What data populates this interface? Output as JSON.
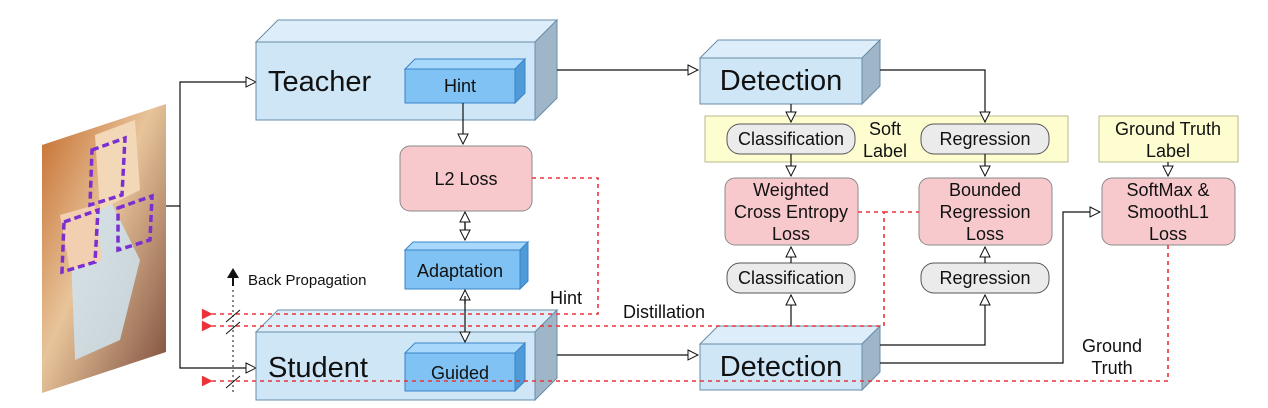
{
  "photo": {
    "description_icon": "photo-of-children-with-face-boxes"
  },
  "teacher": {
    "label": "Teacher",
    "hint_label": "Hint"
  },
  "student": {
    "label": "Student",
    "guided_label": "Guided"
  },
  "l2_loss": "L2 Loss",
  "adaptation": "Adaptation",
  "teacher_detection": "Detection",
  "student_detection": "Detection",
  "soft_label": {
    "classification": "Classification",
    "regression": "Regression",
    "label_line1": "Soft",
    "label_line2": "Label"
  },
  "ground_truth_label": {
    "line1": "Ground Truth",
    "line2": "Label"
  },
  "weighted_ce_loss": {
    "line1": "Weighted",
    "line2": "Cross Entropy",
    "line3": "Loss"
  },
  "bounded_regression_loss": {
    "line1": "Bounded",
    "line2": "Regression",
    "line3": "Loss"
  },
  "softmax_loss": {
    "line1": "SoftMax &",
    "line2": "SmoothL1",
    "line3": "Loss"
  },
  "student_classification": "Classification",
  "student_regression": "Regression",
  "back_propagation": "Back Propagation",
  "hint_edge": "Hint",
  "distillation_edge": "Distillation",
  "ground_truth_edge": {
    "line1": "Ground",
    "line2": "Truth"
  },
  "colors": {
    "box_blue": "#cfe6f6",
    "box_blue_dark": "#7fc2f3",
    "loss_pink": "#f8c9cc",
    "label_yellow": "#fdfdd0",
    "pill_gray": "#ebebeb",
    "dashed_red": "#e8343a"
  }
}
